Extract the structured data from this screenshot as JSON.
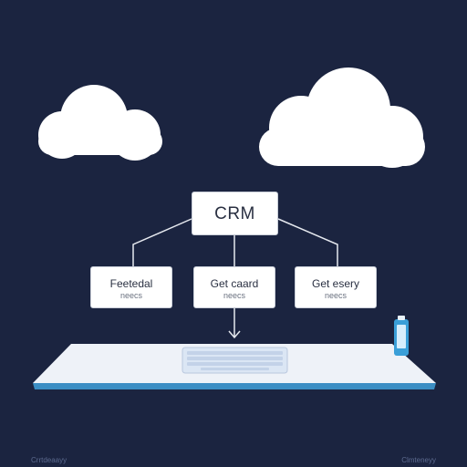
{
  "colors": {
    "background": "#1b2440",
    "cloud": "#ffffff",
    "box_fill": "#ffffff",
    "box_border": "#c9ced8",
    "connector": "#e6e9ef",
    "platform_top": "#eef2f8",
    "platform_edge": "#3b8ec4",
    "keyboard": "#dbe6f4",
    "device": "#3a9fd8"
  },
  "diagram": {
    "root": {
      "label": "CRM"
    },
    "children": [
      {
        "label": "Feetedal",
        "sub": "neecs"
      },
      {
        "label": "Get caard",
        "sub": "neecs"
      },
      {
        "label": "Get esery",
        "sub": "neecs"
      }
    ]
  },
  "footer": {
    "left": "Crrtdeaayy",
    "right": "Clmteneyy"
  }
}
